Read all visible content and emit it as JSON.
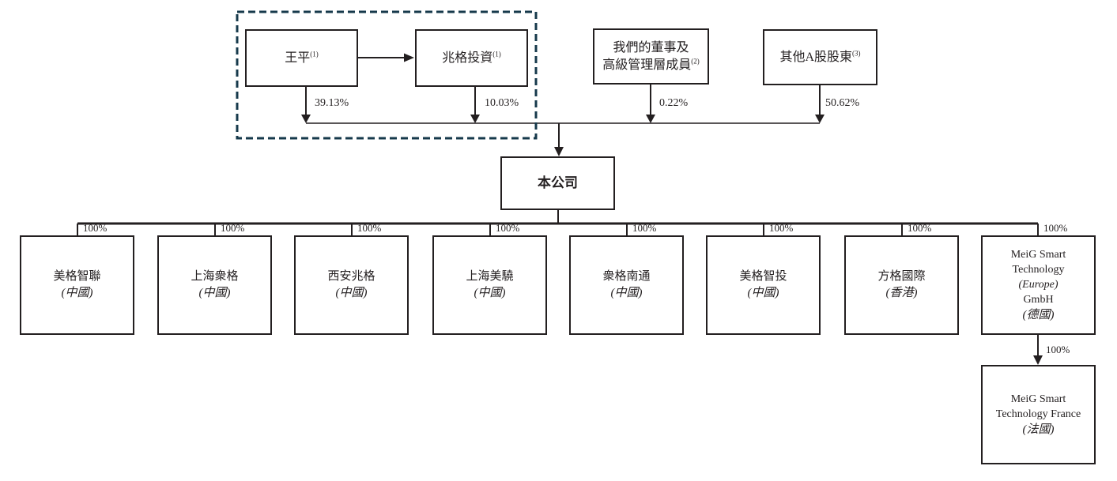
{
  "shareholders": [
    {
      "name": "王平",
      "footnote": "(1)",
      "ownership": "39.13%"
    },
    {
      "name": "兆格投資",
      "footnote": "(1)",
      "ownership": "10.03%"
    },
    {
      "name_line1": "我們的董事及",
      "name_line2": "高級管理層成員",
      "footnote": "(2)",
      "ownership": "0.22%"
    },
    {
      "name": "其他A股股東",
      "footnote": "(3)",
      "ownership": "50.62%"
    }
  ],
  "company": {
    "name": "本公司"
  },
  "subsidiaries": [
    {
      "name": "美格智聯",
      "country": "(中國)",
      "ownership": "100%"
    },
    {
      "name": "上海衆格",
      "country": "(中國)",
      "ownership": "100%"
    },
    {
      "name": "西安兆格",
      "country": "(中國)",
      "ownership": "100%"
    },
    {
      "name": "上海美驍",
      "country": "(中國)",
      "ownership": "100%"
    },
    {
      "name": "衆格南通",
      "country": "(中國)",
      "ownership": "100%"
    },
    {
      "name": "美格智投",
      "country": "(中國)",
      "ownership": "100%"
    },
    {
      "name": "方格國際",
      "country": "(香港)",
      "ownership": "100%"
    },
    {
      "line1": "MeiG Smart",
      "line2": "Technology",
      "line3": "(Europe)",
      "line4": "GmbH",
      "country": "(德國)",
      "ownership": "100%"
    }
  ],
  "second_level_subsidiary": {
    "line1": "MeiG Smart",
    "line2": "Technology France",
    "country": "(法國)",
    "ownership": "100%"
  },
  "colors": {
    "line": "#231f20",
    "dashed_border": "#16394b",
    "background": "#ffffff"
  }
}
